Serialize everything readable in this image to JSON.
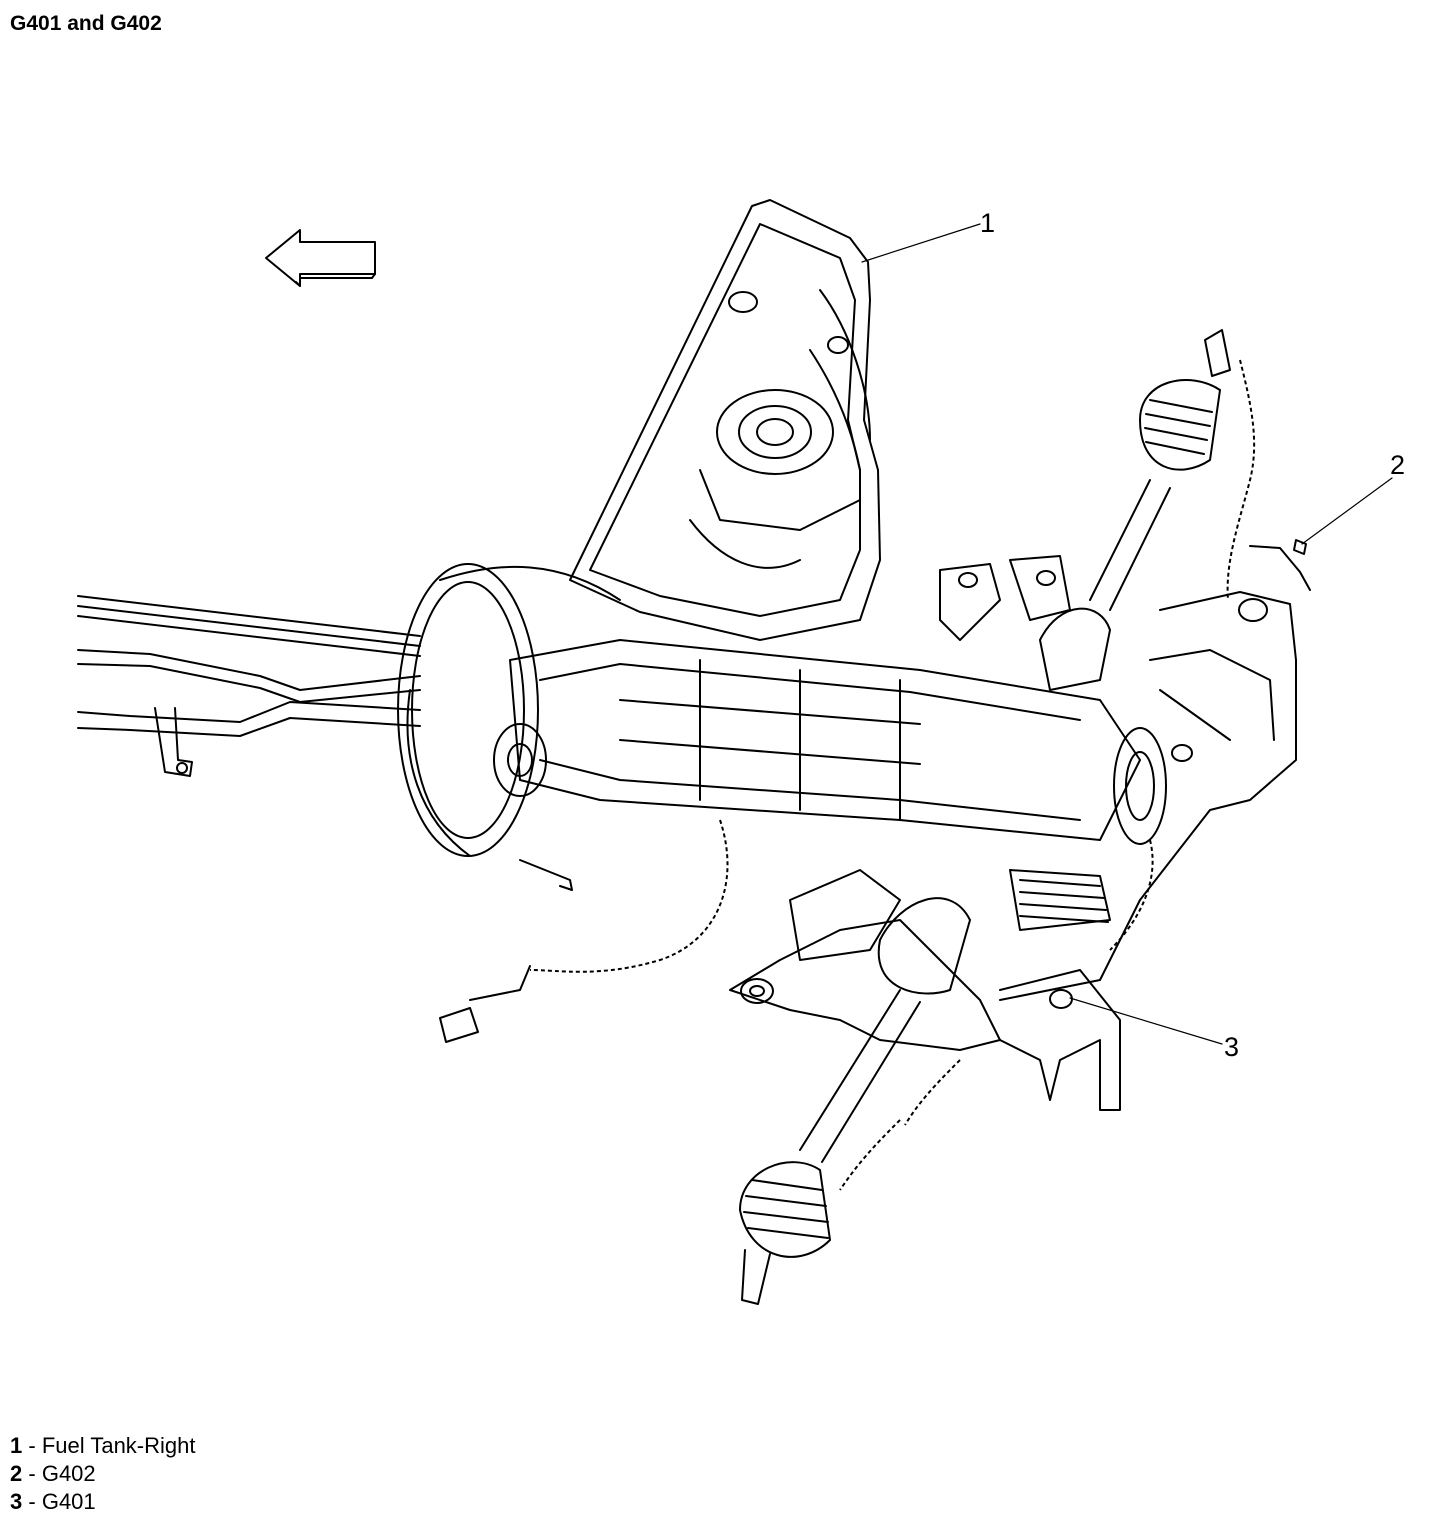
{
  "title": "G401 and G402",
  "callouts": [
    {
      "number": "1",
      "label": "Fuel Tank-Right"
    },
    {
      "number": "2",
      "label": "G402"
    },
    {
      "number": "3",
      "label": "G401"
    }
  ],
  "legend_separator": "-",
  "icons": {
    "direction_arrow": "left-arrow-icon"
  }
}
